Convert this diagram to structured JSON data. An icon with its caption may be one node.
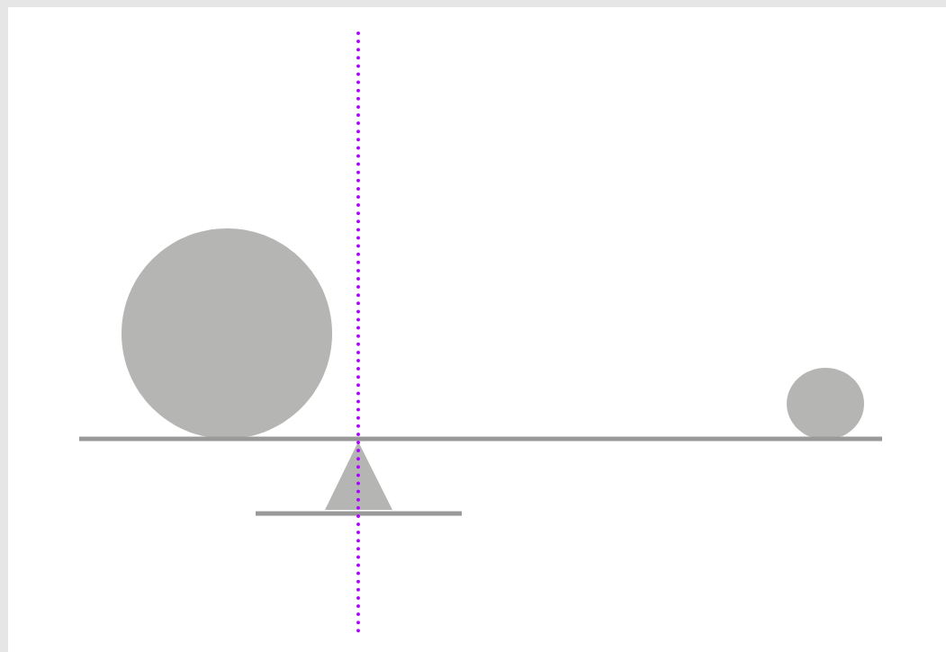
{
  "diagram": {
    "nodes": [
      {
        "text": [],
        "shape": "circle"
      },
      {
        "text": [],
        "shape": "circle"
      },
      {
        "text": [],
        "shape": "bar"
      },
      {
        "text": [],
        "shape": "triangle"
      },
      {
        "text": [],
        "shape": "bar"
      }
    ]
  }
}
